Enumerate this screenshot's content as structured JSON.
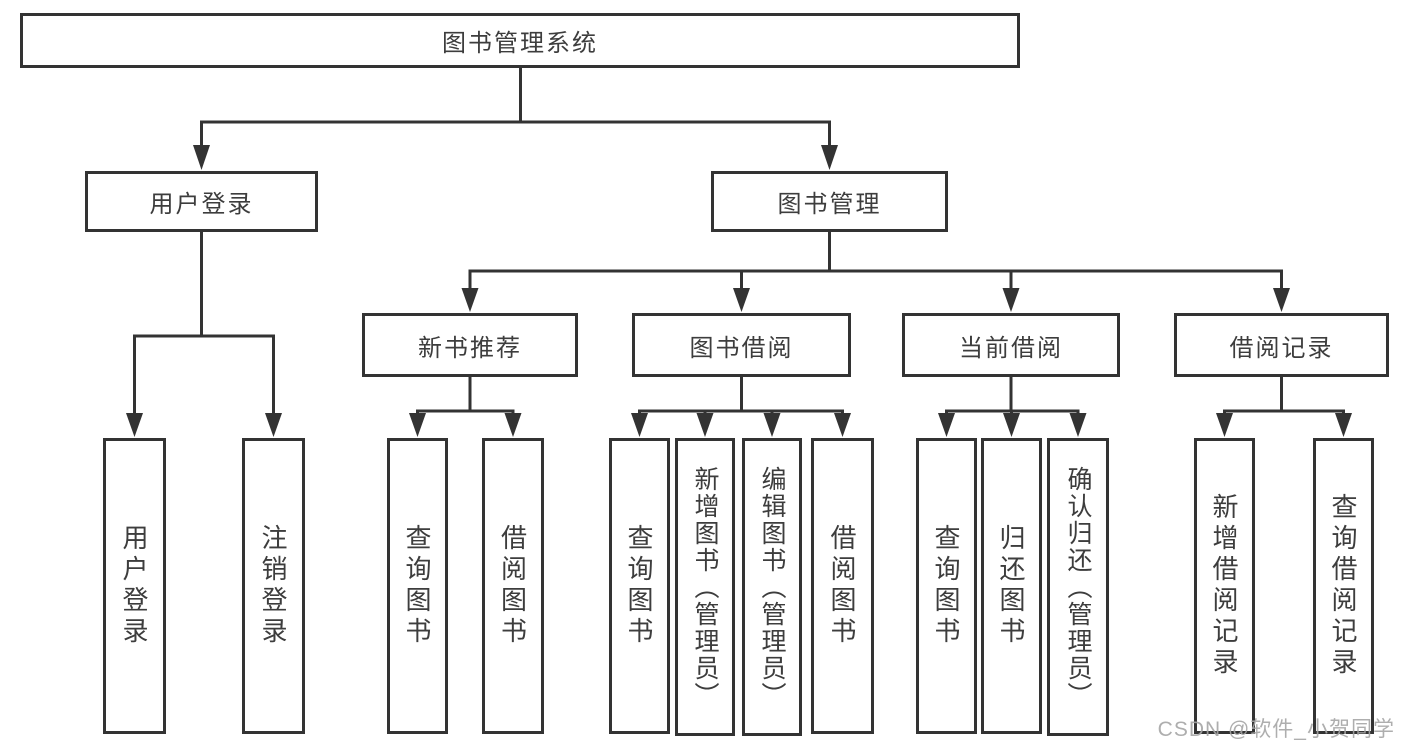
{
  "tree": {
    "root": "图书管理系统",
    "user_login": {
      "label": "用户登录",
      "children": [
        "用户登录",
        "注销登录"
      ]
    },
    "book_management": {
      "label": "图书管理",
      "sections": {
        "new_book_recommend": {
          "label": "新书推荐",
          "children": [
            "查询图书",
            "借阅图书"
          ]
        },
        "book_borrowing": {
          "label": "图书借阅",
          "children": [
            "查询图书",
            "新增图书（管理员）",
            "编辑图书（管理员）",
            "借阅图书"
          ]
        },
        "current_borrowing": {
          "label": "当前借阅",
          "children": [
            "查询图书",
            "归还图书",
            "确认归还（管理员）"
          ]
        },
        "borrowing_records": {
          "label": "借阅记录",
          "children": [
            "新增借阅记录",
            "查询借阅记录"
          ]
        }
      }
    }
  },
  "colors": {
    "line": "#333333",
    "text": "#3d3d3d",
    "watermark": "#a5a5a5",
    "background": "#ffffff"
  },
  "watermark": "CSDN @软件_小贺同学"
}
